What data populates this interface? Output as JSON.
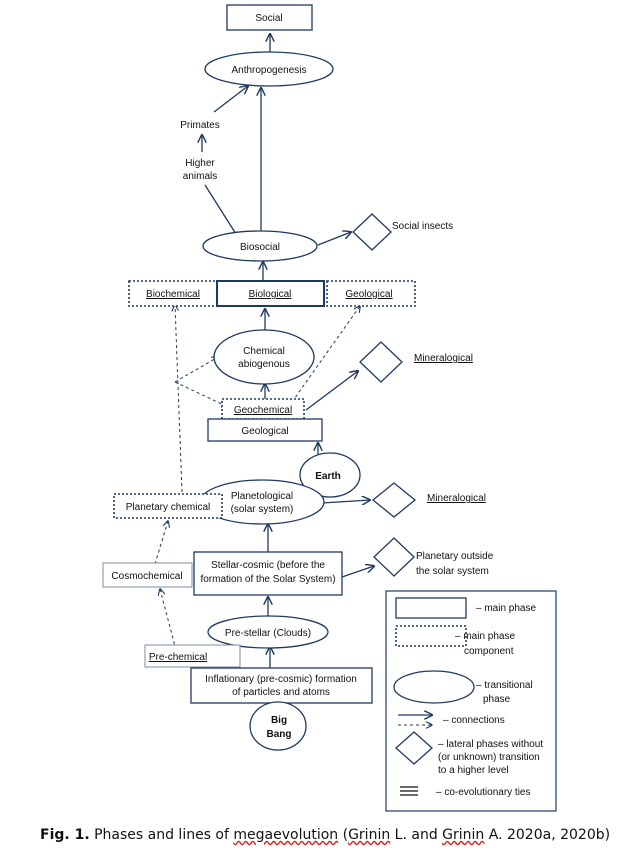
{
  "nodes": {
    "social": "Social",
    "anthropogenesis": "Anthropogenesis",
    "primates": "Primates",
    "higher_animals": [
      "Higher",
      "animals"
    ],
    "biosocial": "Biosocial",
    "social_insects": "Social insects",
    "biochemical": "Biochemical",
    "biological": "Biological",
    "geological_top": "Geological",
    "chemical_abiogenous": [
      "Chemical",
      "abiogenous"
    ],
    "mineralogical_1": "Mineralogical",
    "geochemical": "Geochemical",
    "geological": "Geological",
    "earth": "Earth",
    "planetary_chemical": "Planetary chemical",
    "planetological": [
      "Planetological",
      "(solar system)"
    ],
    "mineralogical_2": "Mineralogical",
    "cosmochemical": "Cosmochemical",
    "stellar_cosmic": [
      "Stellar-cosmic (before the",
      "formation of the Solar System)"
    ],
    "planetary_outside": [
      "Planetary outside",
      "the solar system"
    ],
    "pre_stellar": "Pre-stellar (Clouds)",
    "pre_chemical": "Pre-chemical",
    "inflationary": [
      "Inflationary (pre-cosmic) formation",
      "of particles and atoms"
    ],
    "big_bang": [
      "Big",
      "Bang"
    ]
  },
  "legend": {
    "main_phase": "– main phase",
    "main_phase_component": [
      "– main phase",
      "component"
    ],
    "transitional_phase": [
      "– transitional",
      "phase"
    ],
    "connections": "– connections",
    "lateral_phases": [
      "– lateral phases without",
      "(or unknown) transition",
      "to a higher level"
    ],
    "co_evolutionary": "– co-evolutionary ties"
  },
  "caption": {
    "label": "Fig. 1.",
    "pre": " Phases and lines of ",
    "w1": "megaevolution",
    "mid": " (",
    "w2": "Grinin",
    "mid2": " L. and ",
    "w3": "Grinin",
    "post": " A. 2020a, 2020b)"
  }
}
